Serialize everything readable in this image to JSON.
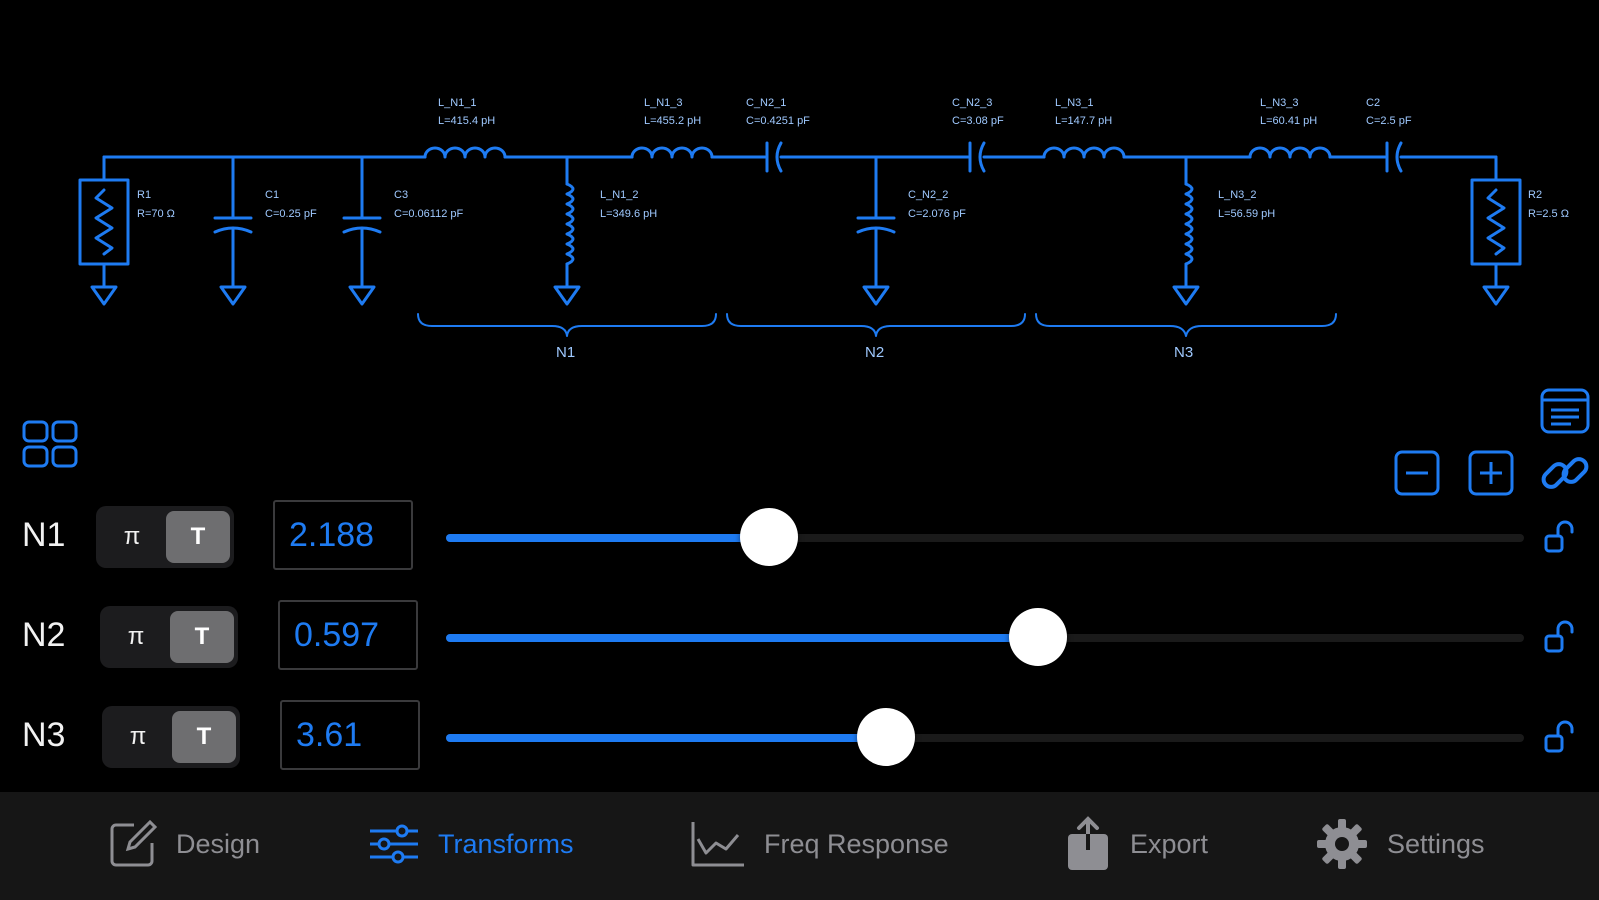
{
  "schematic": {
    "components": [
      {
        "name": "R1",
        "value": "R=70 Ω"
      },
      {
        "name": "C1",
        "value": "C=0.25 pF"
      },
      {
        "name": "C3",
        "value": "C=0.06112 pF"
      },
      {
        "name": "L_N1_1",
        "value": "L=415.4 pH"
      },
      {
        "name": "L_N1_2",
        "value": "L=349.6 pH"
      },
      {
        "name": "L_N1_3",
        "value": "L=455.2 pH"
      },
      {
        "name": "C_N2_1",
        "value": "C=0.4251 pF"
      },
      {
        "name": "C_N2_2",
        "value": "C=2.076 pF"
      },
      {
        "name": "C_N2_3",
        "value": "C=3.08 pF"
      },
      {
        "name": "L_N3_1",
        "value": "L=147.7 pH"
      },
      {
        "name": "L_N3_2",
        "value": "L=56.59 pH"
      },
      {
        "name": "L_N3_3",
        "value": "L=60.41 pH"
      },
      {
        "name": "C2",
        "value": "C=2.5 pF"
      },
      {
        "name": "R2",
        "value": "R=2.5 Ω"
      }
    ],
    "networks": [
      "N1",
      "N2",
      "N3"
    ]
  },
  "toolbar": {
    "grid_icon": "grid-icon",
    "list_icon": "list-icon",
    "minus_icon": "minus-icon",
    "plus_icon": "plus-icon",
    "link_icon": "link-icon"
  },
  "rows": [
    {
      "name": "N1",
      "pi_label": "π",
      "t_label": "T",
      "selected": "T",
      "value": "2.188",
      "slider_fraction": 0.3
    },
    {
      "name": "N2",
      "pi_label": "π",
      "t_label": "T",
      "selected": "T",
      "value": "0.597",
      "slider_fraction": 0.549
    },
    {
      "name": "N3",
      "pi_label": "π",
      "t_label": "T",
      "selected": "T",
      "value": "3.61",
      "slider_fraction": 0.408
    }
  ],
  "tabs": [
    {
      "label": "Design",
      "icon": "pencil-square-icon",
      "active": false
    },
    {
      "label": "Transforms",
      "icon": "sliders-icon",
      "active": true
    },
    {
      "label": "Freq Response",
      "icon": "chart-line-icon",
      "active": false
    },
    {
      "label": "Export",
      "icon": "share-icon",
      "active": false
    },
    {
      "label": "Settings",
      "icon": "gear-icon",
      "active": false
    }
  ],
  "colors": {
    "accent": "#1e7bf2",
    "background": "#000000",
    "tabbar": "#161616",
    "inactive": "#8e8e93"
  }
}
